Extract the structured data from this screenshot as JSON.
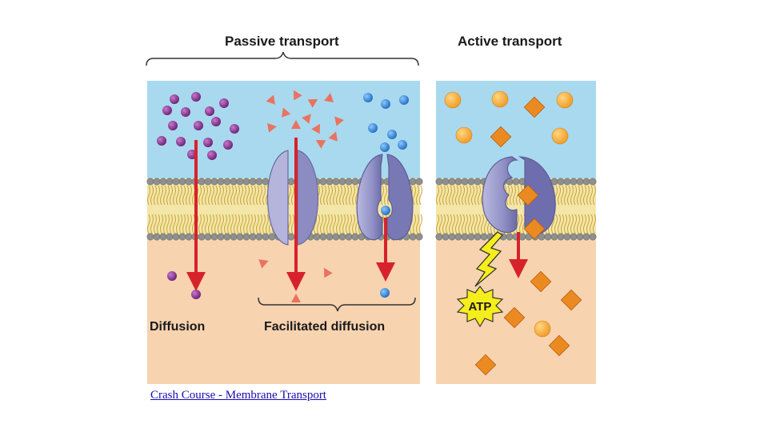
{
  "headings": {
    "passive": "Passive transport",
    "active": "Active transport"
  },
  "labels": {
    "diffusion": "Diffusion",
    "facilitated": "Facilitated diffusion",
    "atp": "ATP"
  },
  "link": {
    "text": "Crash Course - Membrane Transport"
  },
  "colors": {
    "extracellular": "#a9d9ef",
    "cytoplasm": "#f7d3b0",
    "lipid_head": "#8f8f8f",
    "lipid_tail": "#d9b84d",
    "diffusion_particle": "#7d2e86",
    "triangle_particle": "#e9735f",
    "blue_particle": "#2f7fd0",
    "orange_square": "#ec8a22",
    "orange_ball": "#f4a535",
    "protein": "#9292c4",
    "arrow": "#d8222b",
    "atp_burst": "#f6ee1c"
  }
}
